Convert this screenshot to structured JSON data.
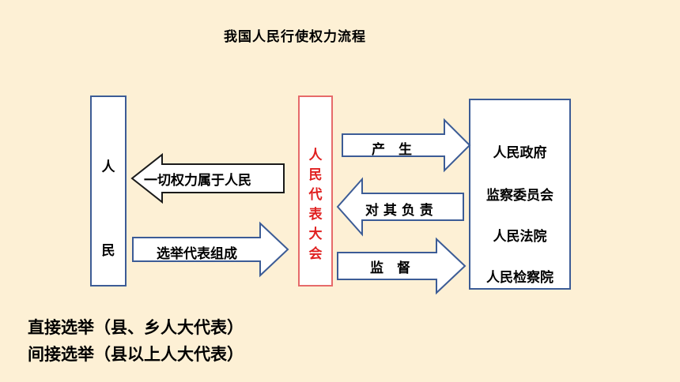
{
  "title": "我国人民行使权力流程",
  "people": {
    "char1": "人",
    "char2": "民"
  },
  "congress": {
    "chars": [
      "人",
      "民",
      "代",
      "表",
      "大",
      "会"
    ]
  },
  "organs": [
    "人民政府",
    "监察委员会",
    "人民法院",
    "人民检察院"
  ],
  "arrows": {
    "belongs": "一切权力属于人民",
    "elect": "选举代表组成",
    "produce": "产　生",
    "responsible": "对 其 负 责",
    "supervise": "监　督"
  },
  "notes": {
    "direct": "直接选举（县、乡人大代表）",
    "indirect": "间接选举（县以上人大代表）"
  },
  "colors": {
    "background": "#fdf0d5",
    "box_border": "#3c5c96",
    "congress_border": "#e66a6a",
    "congress_text": "#e02020"
  }
}
